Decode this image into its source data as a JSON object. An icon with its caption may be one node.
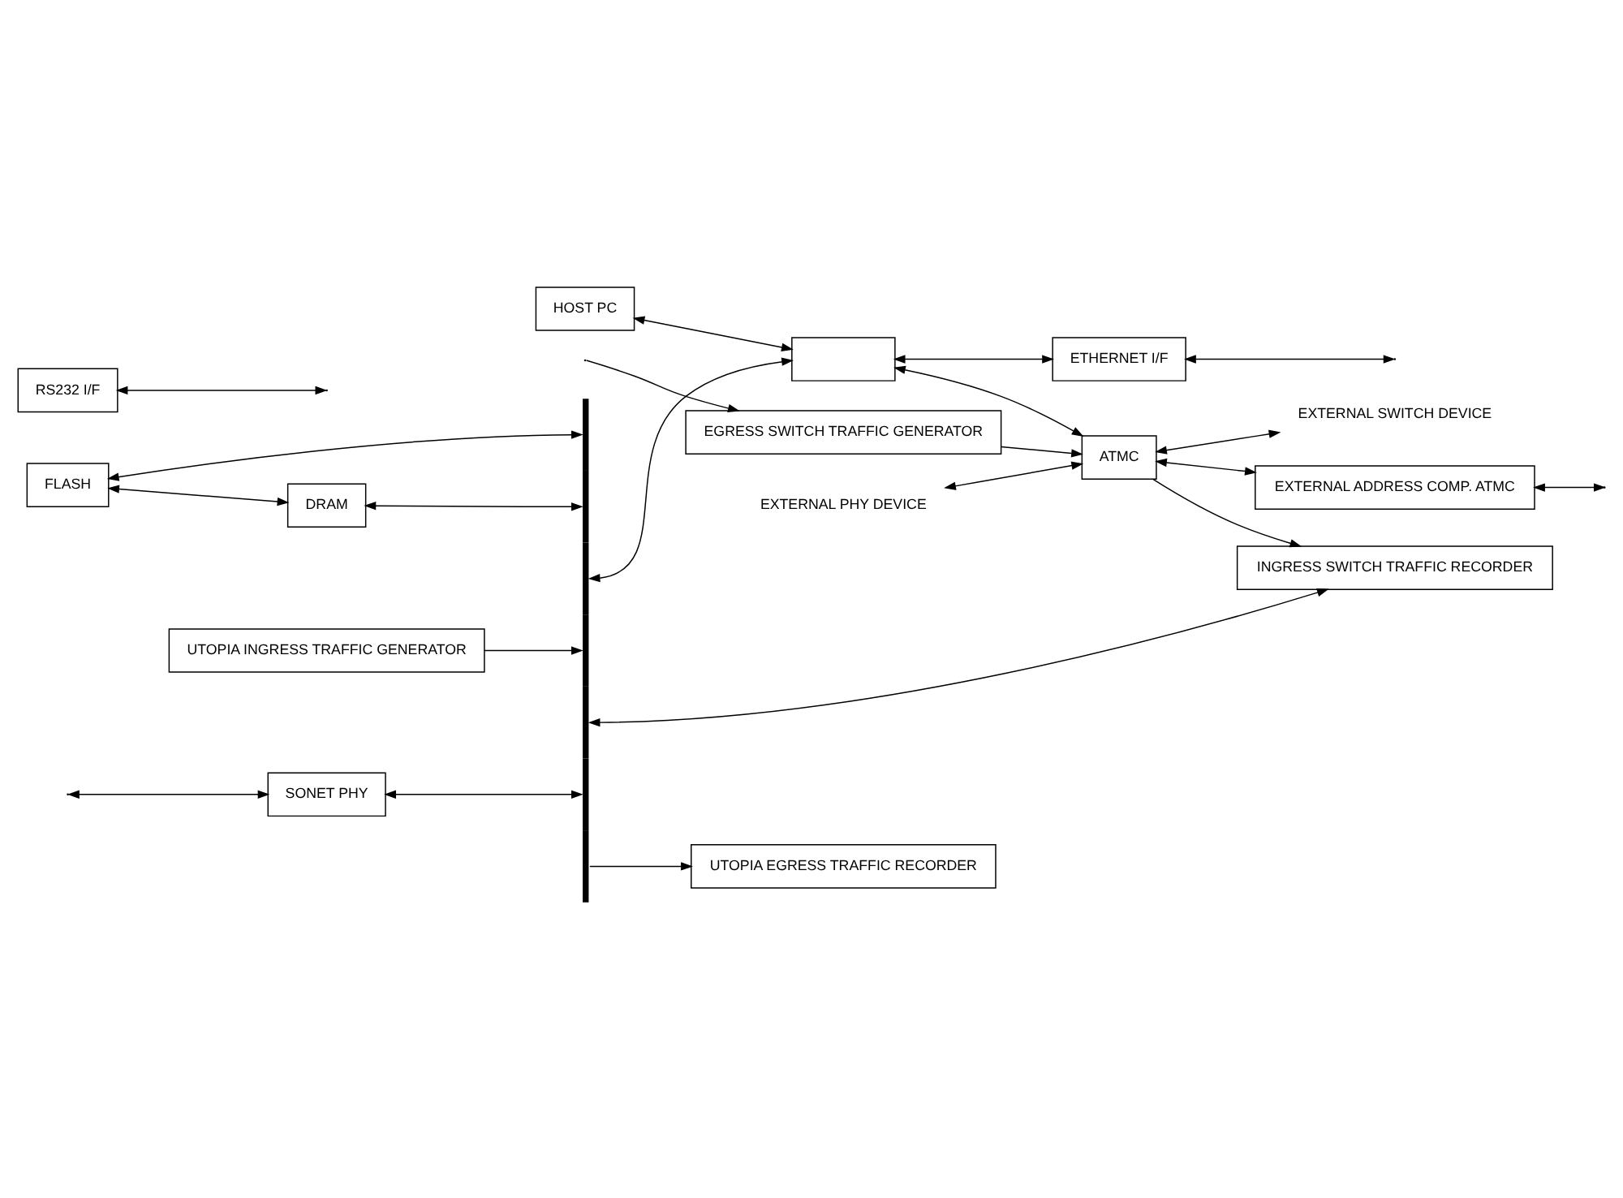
{
  "diagram": {
    "nodes": [
      {
        "text": [
          "FLASH"
        ]
      },
      {
        "text": [
          "DRAM"
        ]
      },
      {
        "text": [
          "HOST PC"
        ]
      },
      {
        "text": [],
        "shape": "box"
      },
      {
        "text": [
          "ETHERNET I/F"
        ]
      },
      {
        "text": [
          "RS232 I/F"
        ]
      },
      {
        "text": [
          "UTOPIA INGRESS TRAFFIC GENERATOR"
        ]
      },
      {
        "text": [
          "INGRESS SWITCH TRAFFIC RECORDER"
        ]
      },
      {
        "text": [
          "EXTERNAL PHY DEVICE"
        ]
      },
      {
        "text": [
          "ATMC"
        ]
      },
      {
        "text": [
          "EXTERNAL SWITCH DEVICE"
        ]
      },
      {
        "text": [
          "SONET PHY"
        ]
      },
      {
        "text": [
          "EGRESS SWITCH TRAFFIC GENERATOR"
        ]
      },
      {
        "text": [
          "UTOPIA EGRESS TRAFFIC RECORDER"
        ]
      },
      {
        "text": [
          "EXTERNAL ADDRESS COMP. ATMC"
        ]
      },
      {
        "text": [],
        "shape": "bar"
      }
    ],
    "edges": [
      {
        "from": 0,
        "to": 15,
        "arrow": "both"
      },
      {
        "from": 0,
        "to": 1,
        "arrow": "both"
      },
      {
        "from": 1,
        "to": 15,
        "arrow": "both"
      },
      {
        "from": 2,
        "to": 3,
        "arrow": "both"
      },
      {
        "from": 15,
        "to": 3,
        "arrow": "both"
      },
      {
        "from": 3,
        "to": 4,
        "arrow": "both"
      },
      {
        "from": 4,
        "to": null,
        "arrow": "both"
      },
      {
        "from": 5,
        "to": null,
        "arrow": "both"
      },
      {
        "from": 6,
        "to": 15,
        "arrow": "to"
      },
      {
        "from": 15,
        "to": 7,
        "arrow": "both"
      },
      {
        "from": 3,
        "to": 9,
        "arrow": "both"
      },
      {
        "from": 8,
        "to": 9,
        "arrow": "both"
      },
      {
        "from": 9,
        "to": 7,
        "arrow": "to"
      },
      {
        "from": 9,
        "to": 10,
        "arrow": "both"
      },
      {
        "from": null,
        "to": 11,
        "arrow": "both"
      },
      {
        "from": 11,
        "to": 15,
        "arrow": "both"
      },
      {
        "from": 12,
        "to": 9,
        "arrow": "to"
      },
      {
        "from": 15,
        "to": 13,
        "arrow": "to"
      },
      {
        "from": 9,
        "to": 14,
        "arrow": "both"
      },
      {
        "from": 14,
        "to": null,
        "arrow": "both"
      },
      {
        "from": null,
        "to": 12,
        "arrow": "to"
      }
    ]
  }
}
